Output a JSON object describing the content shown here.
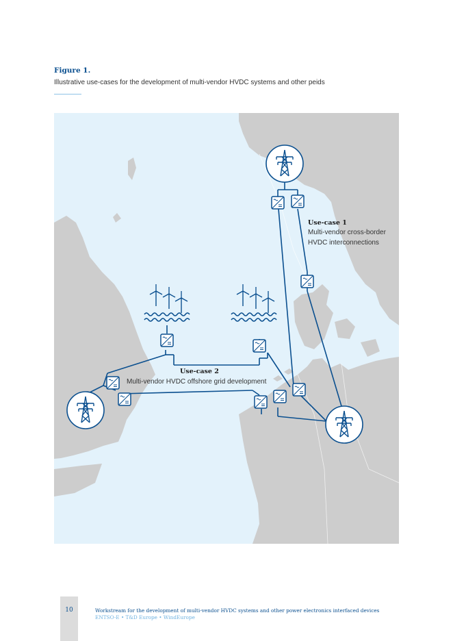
{
  "figure": {
    "label": "Figure 1.",
    "caption": "Illustrative use-cases for the development of multi-vendor HVDC systems and other peids"
  },
  "map": {
    "colors": {
      "sea": "#e3f2fb",
      "land": "#cdcdcd",
      "line": "#0a4f8f"
    },
    "use_case_1": {
      "title": "Use-case 1",
      "line1": "Multi-vendor cross-border",
      "line2": "HVDC interconnections"
    },
    "use_case_2": {
      "title": "Use-case 2",
      "line1": "Multi-vendor HVDC offshore grid development"
    },
    "icons": [
      "transmission-tower-icon",
      "converter-icon",
      "wind-farm-icon"
    ]
  },
  "footer": {
    "page_number": "10",
    "title": "Workstream for the development of multi-vendor HVDC systems and other power electronics interfaced devices",
    "organizations": "ENTSO-E  •  T&D Europe  •  WindEurope"
  }
}
